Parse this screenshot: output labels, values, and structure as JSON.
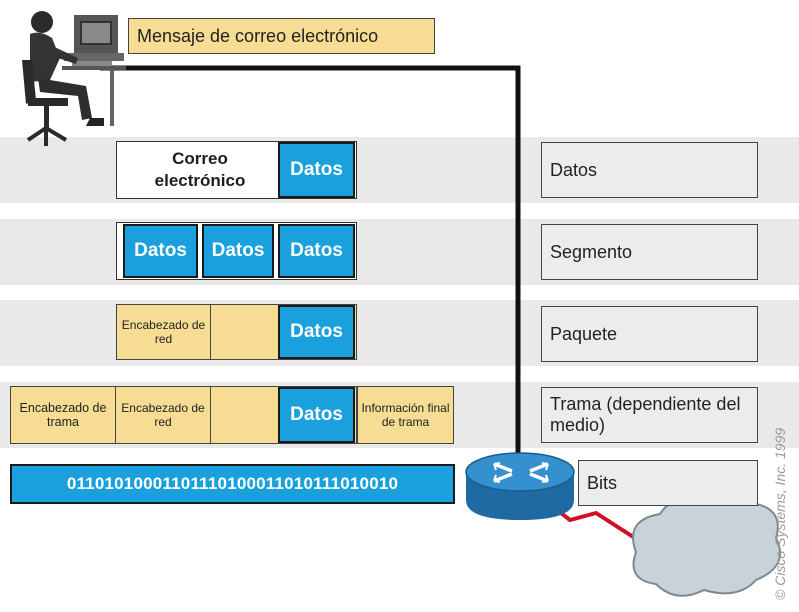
{
  "message_label": "Mensaje de correo electrónico",
  "rows": {
    "data": {
      "email_label": "Correo electrónico",
      "data_block": "Datos",
      "layer_label": "Datos"
    },
    "segment": {
      "blocks": [
        "Datos",
        "Datos",
        "Datos"
      ],
      "layer_label": "Segmento"
    },
    "packet": {
      "network_header": "Encabezado de red",
      "data_block": "Datos",
      "layer_label": "Paquete"
    },
    "frame": {
      "frame_header": "Encabezado de trama",
      "network_header": "Encabezado de red",
      "data_block": "Datos",
      "frame_trailer": "Información final de trama",
      "layer_label": "Trama (dependiente del medio)"
    },
    "bits": {
      "bitstring": "0110101000110111010001101011101001­0",
      "layer_label": "Bits"
    }
  },
  "copyright": "© Cisco Systems, Inc. 1999",
  "colors": {
    "blue": "#1aa0dc",
    "tan": "#f6dd93",
    "band": "#e9e9e9",
    "cable": "#111111",
    "link": "#d0102a",
    "cloud": "#c9d2d8",
    "router": "#2a7fb8"
  },
  "icons": [
    "person-at-computer-icon",
    "router-icon",
    "cloud-icon",
    "serial-link-icon"
  ]
}
